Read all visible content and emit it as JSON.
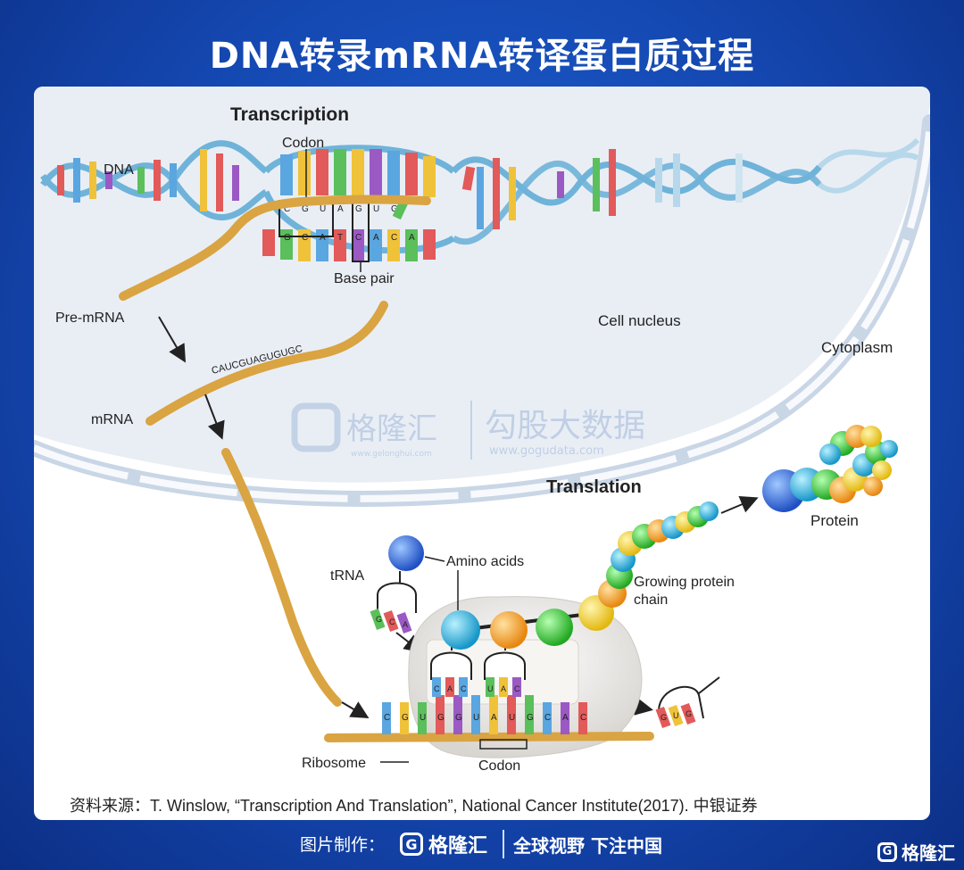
{
  "page": {
    "title": "DNA转录mRNA转译蛋白质过程"
  },
  "diagram": {
    "labels": {
      "transcription": "Transcription",
      "codon_top": "Codon",
      "dna": "DNA",
      "base_pair": "Base pair",
      "pre_mrna": "Pre-mRNA",
      "mrna": "mRNA",
      "cell_nucleus": "Cell nucleus",
      "cytoplasm": "Cytoplasm",
      "translation": "Translation",
      "protein": "Protein",
      "trna": "tRNA",
      "amino_acids": "Amino acids",
      "growing_protein_chain_1": "Growing protein",
      "growing_protein_chain_2": "chain",
      "ribosome": "Ribosome",
      "codon_bottom": "Codon"
    },
    "top_strand_bases": [
      "C",
      "G",
      "U",
      "A",
      "G",
      "U",
      "G"
    ],
    "bottom_strand_bases": [
      "G",
      "C",
      "A",
      "T",
      "C",
      "A",
      "C",
      "A"
    ],
    "mrna_sequence": "CAUCGUAGUGUGC",
    "ribosome_mrna_bases": [
      "C",
      "G",
      "U",
      "G",
      "G",
      "U",
      "A",
      "U",
      "G",
      "C",
      "A",
      "C"
    ],
    "trna_anticodon_left": [
      "C",
      "A",
      "C"
    ],
    "trna_anticodon_right": [
      "U",
      "A",
      "C"
    ],
    "trna_incoming": [
      "G",
      "C",
      "A"
    ],
    "trna_exiting": [
      "G",
      "U",
      "G"
    ],
    "colors": {
      "base_a": "#e25a5a",
      "base_u": "#5bbf5b",
      "base_g": "#f0c23a",
      "base_c": "#5aa6e0",
      "base_t": "#9b59c4",
      "mrna_strand": "#d9a441",
      "nucleus_fill": "#e9eef5"
    }
  },
  "watermark": {
    "brand_cn": "格隆汇",
    "brand_url": "www.gelonghui.com",
    "partner_cn": "勾股大数据",
    "partner_url": "www.gogudata.com"
  },
  "source_note": "资料来源：T. Winslow, “Transcription And Translation”, National Cancer Institute(2017). 中银证券",
  "footer": {
    "made_by": "图片制作：",
    "logo_text": "格隆汇",
    "slogan": "全球视野 下注中国",
    "corner_logo": "格隆汇"
  }
}
